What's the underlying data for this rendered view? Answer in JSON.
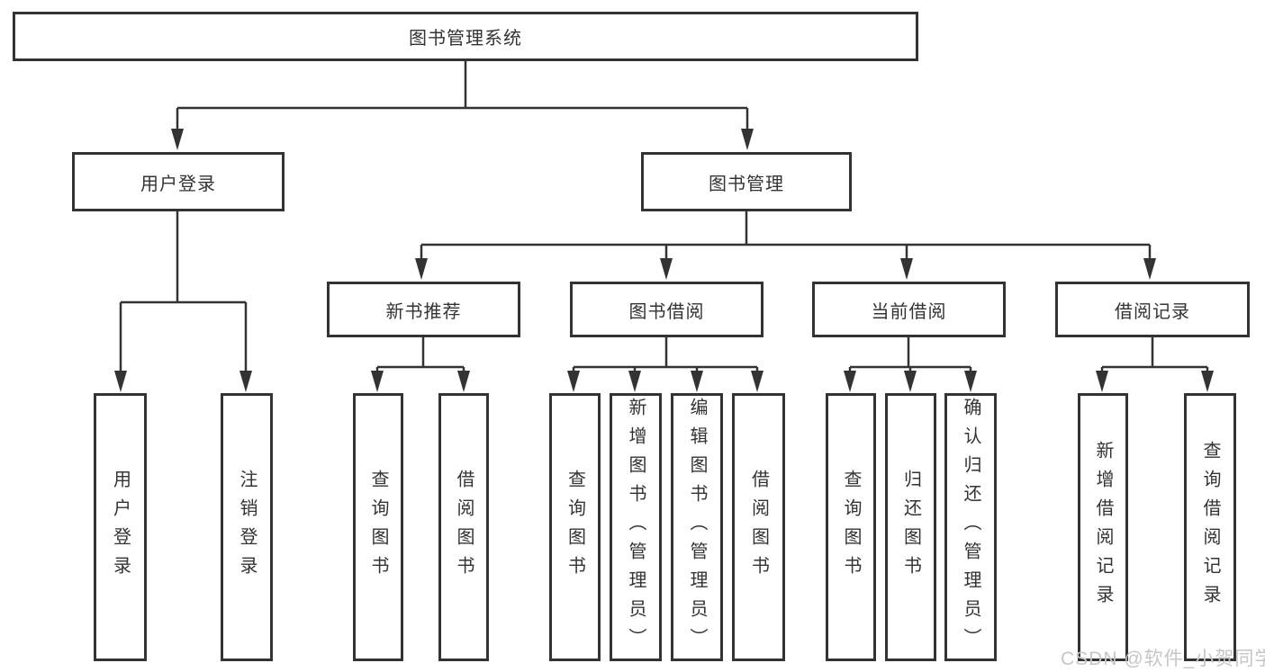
{
  "tree": {
    "root": {
      "label": "图书管理系统"
    },
    "branches": [
      {
        "label": "用户登录",
        "children": [
          {
            "label": "用户登录"
          },
          {
            "label": "注销登录"
          }
        ]
      },
      {
        "label": "图书管理",
        "children": [
          {
            "label": "新书推荐",
            "children": [
              {
                "label": "查询图书"
              },
              {
                "label": "借阅图书"
              }
            ]
          },
          {
            "label": "图书借阅",
            "children": [
              {
                "label": "查询图书"
              },
              {
                "label": "新增图书（管理员）"
              },
              {
                "label": "编辑图书（管理员）"
              },
              {
                "label": "借阅图书"
              }
            ]
          },
          {
            "label": "当前借阅",
            "children": [
              {
                "label": "查询图书"
              },
              {
                "label": "归还图书"
              },
              {
                "label": "确认归还（管理员）"
              }
            ]
          },
          {
            "label": "借阅记录",
            "children": [
              {
                "label": "新增借阅记录"
              },
              {
                "label": "查询借阅记录"
              }
            ]
          }
        ]
      }
    ]
  },
  "watermark": {
    "text": "CSDN @软件_小贺同学"
  },
  "colors": {
    "line": "#333333",
    "box_border": "#333333",
    "text": "#333333",
    "box_background": "#ffffff",
    "page_background": "#ffffff",
    "watermark": "#c6c6c6"
  }
}
